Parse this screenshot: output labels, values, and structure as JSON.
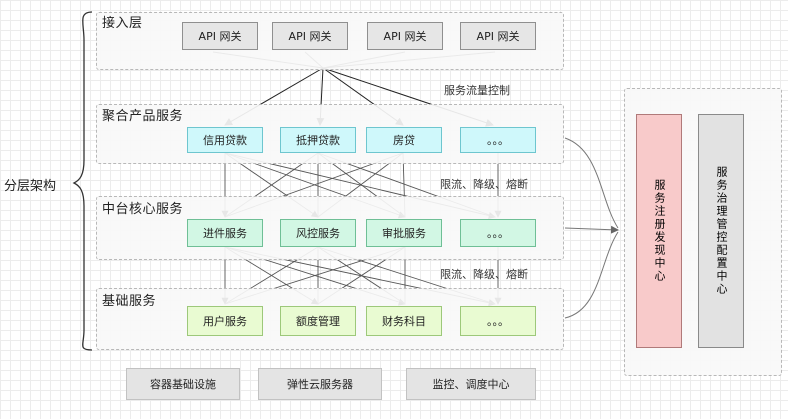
{
  "side_label": "分层架构",
  "layers": {
    "access": {
      "title": "接入层",
      "items": [
        "API 网关",
        "API 网关",
        "API 网关",
        "API 网关"
      ]
    },
    "product": {
      "title": "聚合产品服务",
      "items": [
        "信用贷款",
        "抵押贷款",
        "房贷",
        "。。。"
      ]
    },
    "core": {
      "title": "中台核心服务",
      "items": [
        "进件服务",
        "风控服务",
        "审批服务",
        "。。。"
      ]
    },
    "base": {
      "title": "基础服务",
      "items": [
        "用户服务",
        "额度管理",
        "财务科目",
        "。。。"
      ]
    }
  },
  "annotations": {
    "traffic_control": "服务流量控制",
    "degrade_1": "限流、降级、熔断",
    "degrade_2": "限流、降级、熔断"
  },
  "right_panel": {
    "registry": "服务注册发现中心",
    "governance": "服务治理管控配置中心"
  },
  "infrastructure": [
    "容器基础设施",
    "弹性云服务器",
    "监控、调度中心"
  ],
  "colors": {
    "access_box": "#e6e6e6",
    "product_box": "#cff8fb",
    "core_box": "#d2f7e4",
    "base_box": "#e9fbd2",
    "registry": "#f8caca",
    "governance": "#e2e2e2"
  }
}
